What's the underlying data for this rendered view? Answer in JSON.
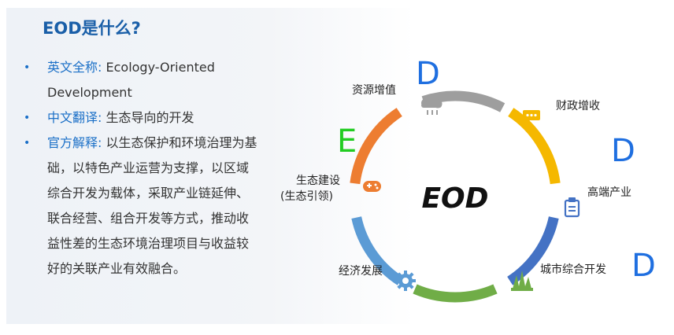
{
  "title": "EOD是什么?",
  "bullets": [
    {
      "key": "英文全称",
      "sep": ":",
      "text": " Ecology-Oriented Development"
    },
    {
      "key": "中文翻译",
      "sep": ":",
      "text": " 生态导向的开发"
    },
    {
      "key": "官方解释",
      "sep": ":",
      "text": " 以生态保护和环境治理为基础，以特色产业运营为支撑，以区域综合开发为载体，采取产业链延伸、联合经营、组合开发等方式，推动收益性差的生态环境治理项目与收益较好的关联产业有效融合。"
    }
  ],
  "diagram": {
    "center": "EOD",
    "letters": {
      "e": "E",
      "d1": "D",
      "d2": "D",
      "d3": "D"
    },
    "labels": {
      "ziyuan": "资源增值",
      "caizheng": "财政增收",
      "gaoduan": "高端产业",
      "chengshi": "城市综合开发",
      "jingji": "经济发展",
      "shengtai_1": "生态建设",
      "shengtai_2": "(生态引领)"
    },
    "colors": {
      "gray": "#9e9e9e",
      "yellow": "#f5b800",
      "blue": "#4472c4",
      "green": "#70ad47",
      "lightblue": "#5b9bd5",
      "orange": "#ed7d31",
      "letter_blue": "#1f6fe0",
      "letter_green": "#22cc22"
    }
  }
}
